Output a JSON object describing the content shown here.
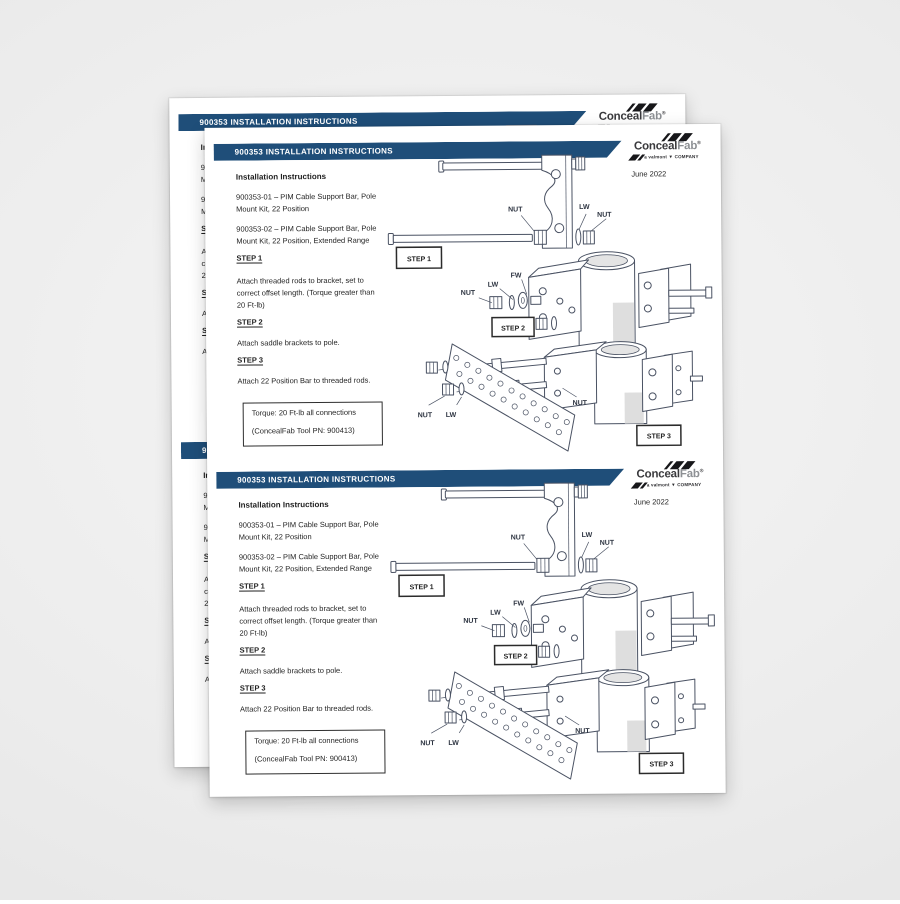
{
  "document": {
    "header_bar": {
      "title": "900353 INSTALLATION INSTRUCTIONS",
      "color": "#1F4E79"
    },
    "logo": {
      "brand_primary": "Conceal",
      "brand_secondary": "Fab",
      "registered_mark": "®",
      "tagline": "a valmont ▼ COMPANY"
    },
    "date": "June 2022",
    "intro": {
      "heading": "Installation Instructions",
      "product_1": {
        "line1": "900353-01 – PIM Cable Support Bar, Pole",
        "line2": "Mount Kit, 22 Position"
      },
      "product_2": {
        "line1": "900353-02 – PIM Cable Support Bar, Pole",
        "line2": "Mount Kit, 22 Position, Extended Range"
      }
    },
    "steps": [
      {
        "label": "STEP 1",
        "text_lines": [
          "Attach threaded rods to bracket, set to",
          "correct offset length. (Torque greater than",
          "20 Ft-lb)"
        ]
      },
      {
        "label": "STEP 2",
        "text_lines": [
          "Attach saddle brackets to pole.",
          "",
          ""
        ]
      },
      {
        "label": "STEP 3",
        "text_lines": [
          "Attach 22 Position Bar to threaded rods.",
          "",
          ""
        ]
      }
    ],
    "torque_note": {
      "line1": "Torque: 20 Ft-lb all connections",
      "line2": "(ConcealFab Tool PN: 900413)"
    },
    "diagram": {
      "line_color": "#4a5263",
      "step1_tag": "STEP 1",
      "step2_tag": "STEP 2",
      "step3_tag": "STEP 3",
      "labels": {
        "nut": "NUT",
        "lw": "LW",
        "fw": "FW"
      }
    }
  }
}
